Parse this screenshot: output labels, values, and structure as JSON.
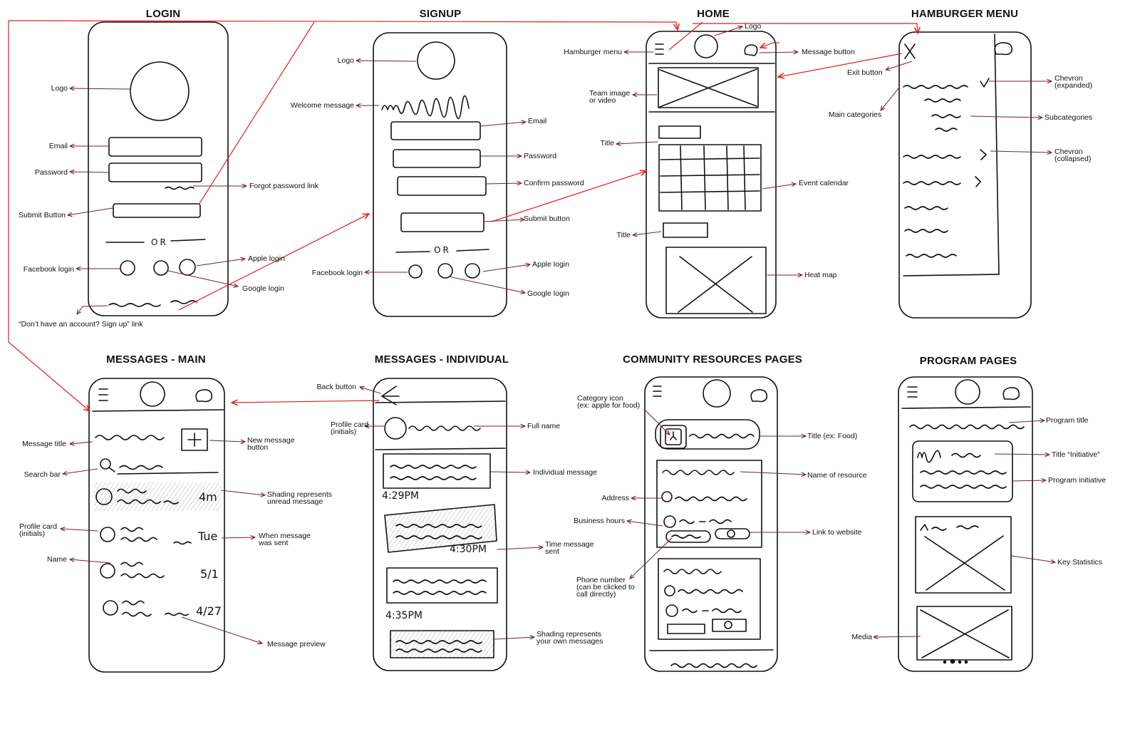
{
  "screens": {
    "login": "LOGIN",
    "signup": "SIGNUP",
    "home": "HOME",
    "hamburger": "HAMBURGER MENU",
    "messages_main": "MESSAGES - MAIN",
    "messages_individual": "MESSAGES - INDIVIDUAL",
    "community": "COMMUNITY RESOURCES PAGES",
    "program": "PROGRAM PAGES"
  },
  "login_notes": {
    "logo": "Logo",
    "email": "Email",
    "password": "Password",
    "forgot": "Forgot password link",
    "submit": "Submit Button",
    "apple": "Apple login",
    "facebook": "Facebook login",
    "google": "Google login",
    "signup_link": "“Don’t have an account? Sign up” link"
  },
  "login_sketch": {
    "or": "OR"
  },
  "signup_notes": {
    "logo": "Logo",
    "welcome": "Welcome message",
    "email": "Email",
    "password": "Password",
    "confirm": "Confirm password",
    "submit": "Submit button",
    "facebook": "Facebook login",
    "apple": "Apple login",
    "google": "Google login"
  },
  "signup_sketch": {
    "or": "OR"
  },
  "home_notes": {
    "logo": "Logo",
    "hamburger": "Hamburger menu",
    "message": "Message button",
    "team_1": "Team image",
    "team_2": "or video",
    "title_1": "Title",
    "calendar": "Event calendar",
    "title_2": "Title",
    "heatmap": "Heat map"
  },
  "menu_notes": {
    "exit": "Exit button",
    "chevron_exp_1": "Chevron",
    "chevron_exp_2": "(expanded)",
    "main_categories": "Main categories",
    "subcategories": "Subcategories",
    "chevron_col_1": "Chevron",
    "chevron_col_2": "(collapsed)"
  },
  "msgmain_notes": {
    "title": "Message title",
    "new_1": "New message",
    "new_2": "button",
    "search": "Search bar",
    "shading_1": "Shading represents",
    "shading_2": "unread message",
    "profile_1": "Profile card",
    "profile_2": "(initials)",
    "when_1": "When message",
    "when_2": "was sent",
    "name": "Name",
    "preview": "Message preview"
  },
  "msgmain_sketch": {
    "t1": "4m",
    "t2": "Tue",
    "t3": "5/1",
    "t4": "4/27"
  },
  "msgind_notes": {
    "back": "Back button",
    "profile_1": "Profile card",
    "profile_2": "(initials)",
    "fullname": "Full name",
    "individual": "Individual message",
    "time_1": "Time message",
    "time_2": "sent",
    "shading_1": "Shading represents",
    "shading_2": "your own messages"
  },
  "msgind_sketch": {
    "t1": "4:29PM",
    "t2": "4:30PM",
    "t3": "4:35PM"
  },
  "community_notes": {
    "cat_1": "Category icon",
    "cat_2": "(ex: apple for food)",
    "title": "Title (ex: Food)",
    "resource": "Name of resource",
    "address": "Address",
    "hours": "Business hours",
    "link": "Link to website",
    "phone_1": "Phone number",
    "phone_2": "(can be clicked to",
    "phone_3": "call directly)"
  },
  "program_notes": {
    "program_title": "Program title",
    "title_init": "Title “Initiative”",
    "initiative": "Program initiative",
    "stats": "Key Statistics",
    "media": "Media"
  },
  "colors": {
    "ink": "#111111",
    "flow": "#e0201b",
    "arrow": "#7a1f2b"
  }
}
